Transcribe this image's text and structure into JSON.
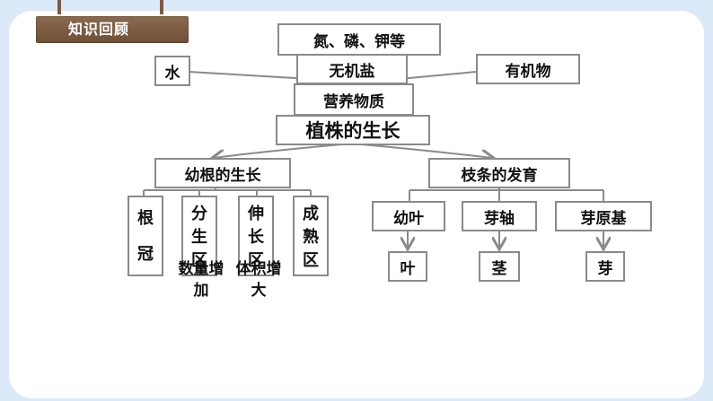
{
  "header": {
    "badge": "知识回顾"
  },
  "diagram": {
    "nodes": {
      "nitrogen": "氮、磷、钾等",
      "water": "水",
      "inorganic_salt": "无机盐",
      "organic_matter": "有机物",
      "nutrients": "营养物质",
      "plant_growth": "植株的生长",
      "root_growth": "幼根的生长",
      "branch_dev": "枝条的发育",
      "root_cap": "根冠",
      "meristem": "分生区",
      "elongation": "伸长区",
      "maturation": "成熟区",
      "young_leaf": "幼叶",
      "bud_axis": "芽轴",
      "bud_primordium": "芽原基",
      "leaf": "叶",
      "stem": "茎",
      "bud": "芽"
    },
    "notes": {
      "quantity_increase": "数量增加",
      "volume_increase": "体积增大"
    }
  }
}
